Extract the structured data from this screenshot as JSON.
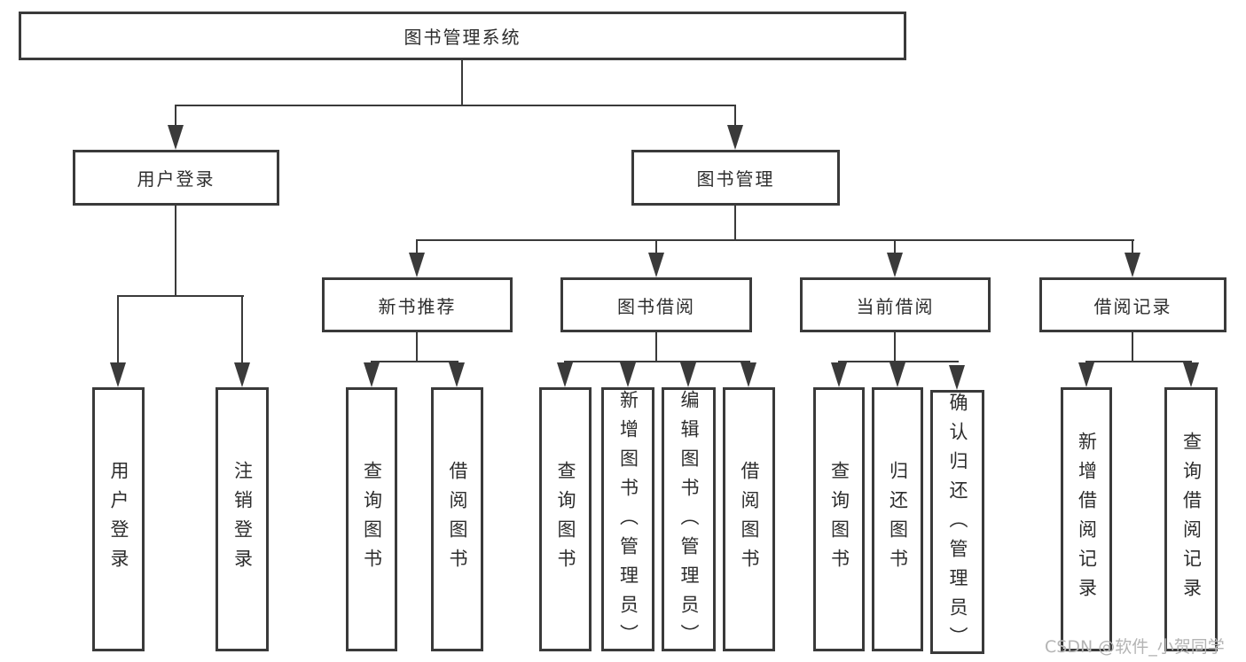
{
  "title": "图书管理系统",
  "branches": [
    {
      "label": "用户登录",
      "children": [
        {
          "label": "用户登录"
        },
        {
          "label": "注销登录"
        }
      ]
    },
    {
      "label": "图书管理",
      "children": [
        {
          "label": "新书推荐",
          "children": [
            {
              "label": "查询图书"
            },
            {
              "label": "借阅图书"
            }
          ]
        },
        {
          "label": "图书借阅",
          "children": [
            {
              "label": "查询图书"
            },
            {
              "label": "新增图书（管理员）"
            },
            {
              "label": "编辑图书（管理员）"
            },
            {
              "label": "借阅图书"
            }
          ]
        },
        {
          "label": "当前借阅",
          "children": [
            {
              "label": "查询图书"
            },
            {
              "label": "归还图书"
            },
            {
              "label": "确认归还（管理员）"
            }
          ]
        },
        {
          "label": "借阅记录",
          "children": [
            {
              "label": "新增借阅记录"
            },
            {
              "label": "查询借阅记录"
            }
          ]
        }
      ]
    }
  ],
  "watermark": "CSDN @软件_小贺同学",
  "colors": {
    "line": "#3a3a3a",
    "text": "#2d2d2d",
    "watermark": "#b4b4b4",
    "background": "#ffffff"
  }
}
